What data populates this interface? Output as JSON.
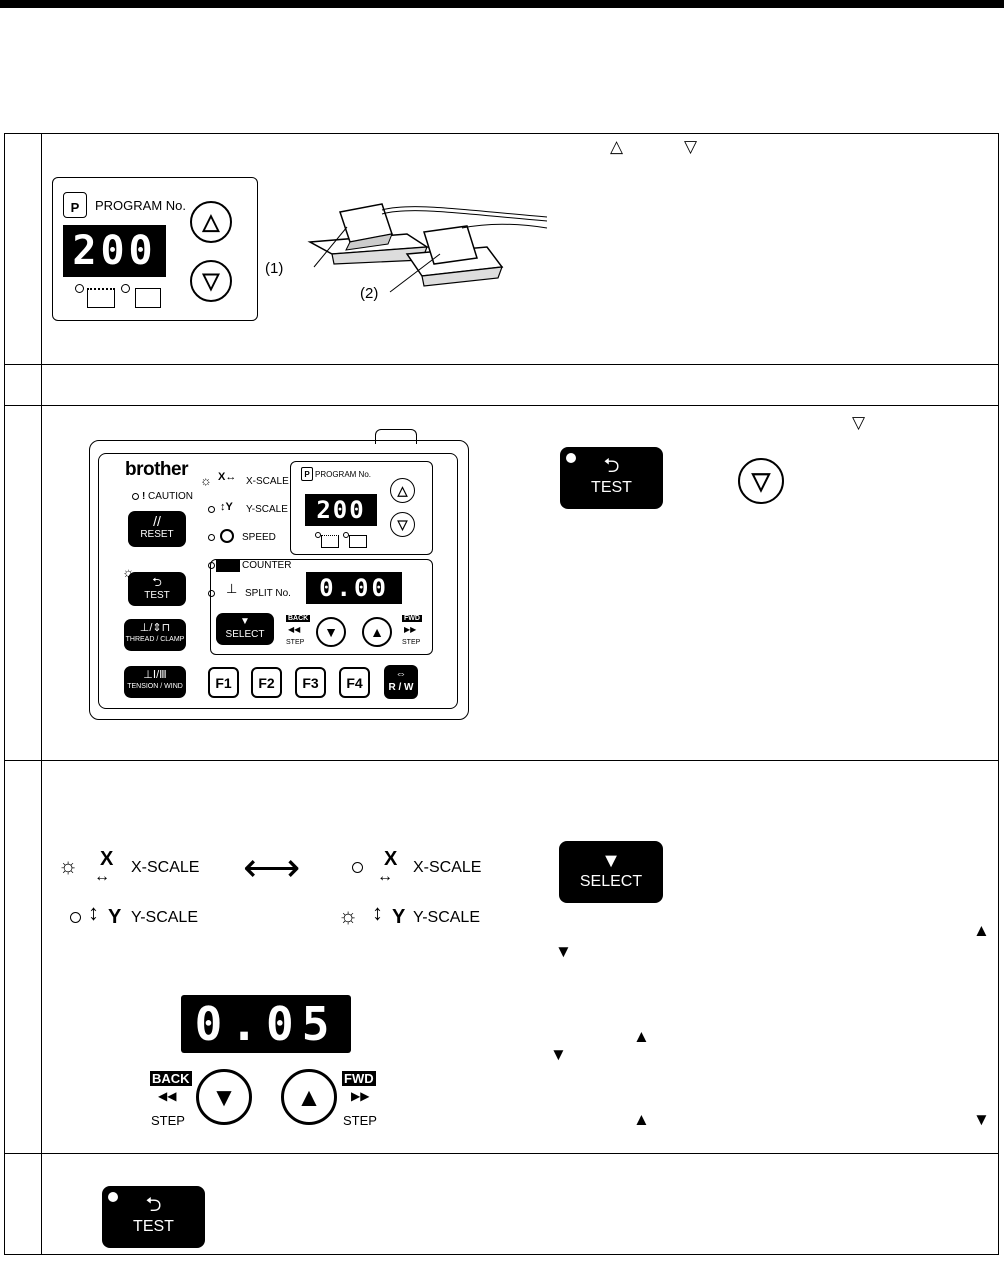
{
  "row1": {
    "program_label": "PROGRAM No.",
    "program_value": "200",
    "up_glyph": "△",
    "down_glyph": "▽",
    "pedal_label_1": "(1)",
    "pedal_label_2": "(2)",
    "text_up_glyph": "△",
    "text_down_glyph": "▽"
  },
  "row3": {
    "brand": "brother",
    "caution": "CAUTION",
    "reset": "RESET",
    "test": "TEST",
    "thread_clamp": "THREAD / CLAMP",
    "tension_wind": "TENSION / WIND",
    "x_scale": "X-SCALE",
    "y_scale": "Y-SCALE",
    "speed": "SPEED",
    "counter": "COUNTER",
    "split_no": "SPLIT No.",
    "program_label": "PROGRAM No.",
    "program_value": "200",
    "split_value": "0.00",
    "select": "SELECT",
    "back": "BACK",
    "fwd": "FWD",
    "step": "STEP",
    "f1": "F1",
    "f2": "F2",
    "f3": "F3",
    "f4": "F4",
    "rw": "R / W",
    "test_big": "TEST",
    "down_glyph": "▽"
  },
  "row4": {
    "x_letter": "X",
    "y_letter": "Y",
    "x_scale": "X-SCALE",
    "y_scale": "Y-SCALE",
    "select": "SELECT",
    "display_value": "0.05",
    "back": "BACK",
    "fwd": "FWD",
    "step": "STEP",
    "up_glyph": "▲",
    "down_glyph": "▼"
  },
  "row5": {
    "test": "TEST"
  }
}
